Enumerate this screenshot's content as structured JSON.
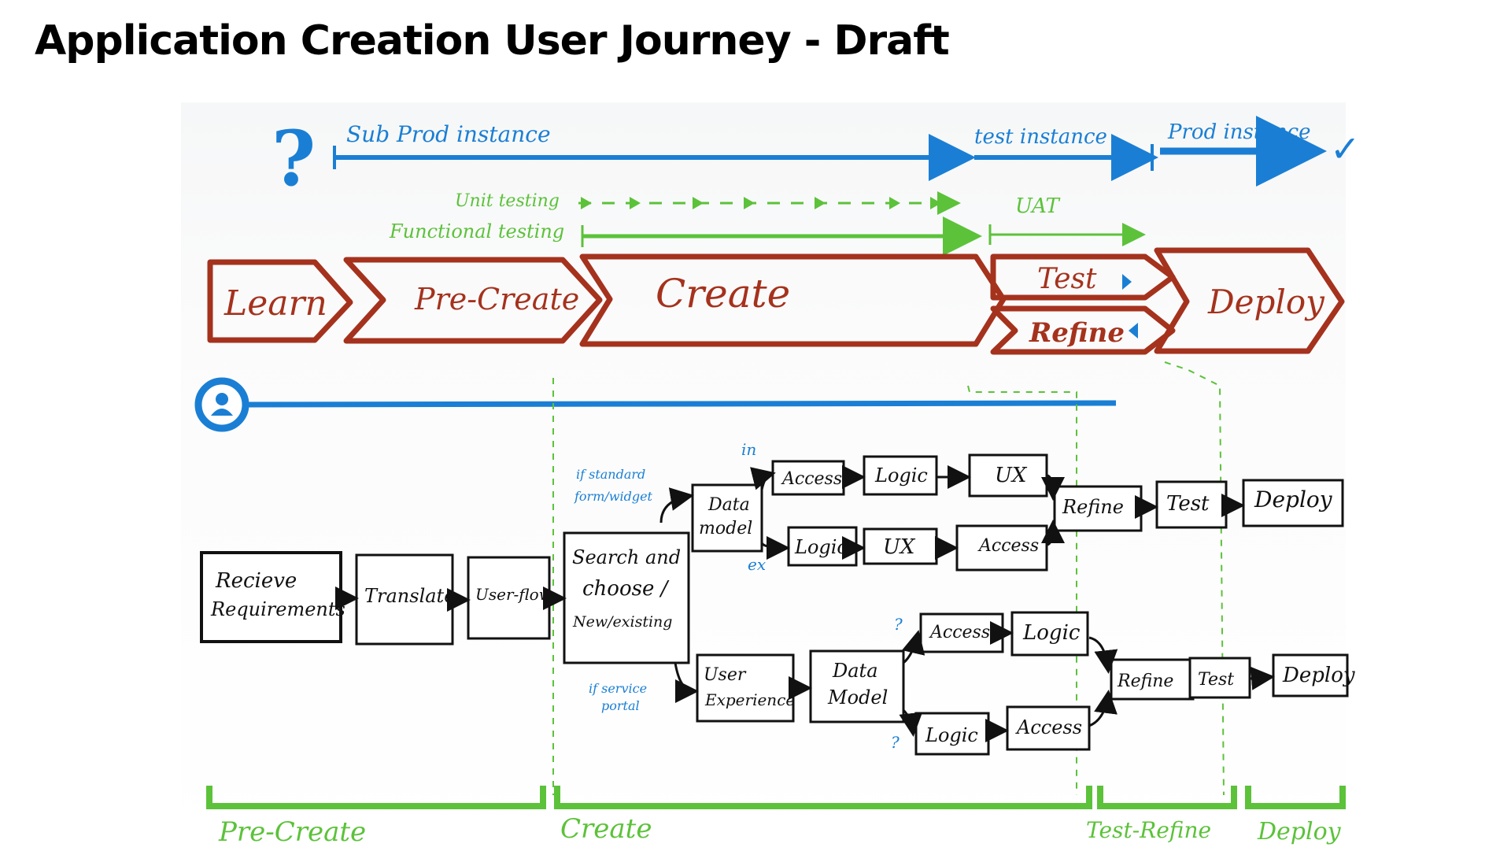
{
  "page": {
    "title": "Application Creation User Journey - Draft"
  },
  "colors": {
    "blue": "#1a7fd4",
    "green": "#5cc23a",
    "red": "#a5321d",
    "ink": "#111111",
    "light_blue": "#1a7fd4"
  },
  "icons": {
    "question": "question-mark-icon",
    "person": "person-circle-icon",
    "check": "checkmark-icon"
  },
  "environments": {
    "question_glyph": "?",
    "sub_prod": "Sub Prod instance",
    "test": "test instance",
    "prod": "Prod instance",
    "check_glyph": "✓"
  },
  "testing": {
    "unit": "Unit testing",
    "functional": "Functional testing",
    "uat": "UAT"
  },
  "phases": {
    "learn": "Learn",
    "precreate": "Pre-Create",
    "create": "Create",
    "test": "Test",
    "refine": "Refine",
    "deploy": "Deploy"
  },
  "flow": {
    "receive": [
      "Recieve",
      "Requirements"
    ],
    "translate": "Translate",
    "userflow": "User-flow",
    "search": [
      "Search and",
      "choose /",
      "New/existing"
    ],
    "note_standard": [
      "if standard",
      "form/widget"
    ],
    "note_service": [
      "if service",
      "portal"
    ],
    "in_label": "in",
    "ex_label": "ex",
    "q_label": "?",
    "top": {
      "data_model": [
        "Data",
        "model"
      ],
      "r1": [
        "Access",
        "Logic",
        "UX"
      ],
      "r2": [
        "Logic",
        "UX",
        "Access"
      ],
      "refine": "Refine",
      "test": "Test",
      "deploy": "Deploy"
    },
    "bottom": {
      "user_experience": [
        "User",
        "Experience"
      ],
      "data_model": [
        "Data",
        "Model"
      ],
      "r1": [
        "Access",
        "Logic"
      ],
      "r2": [
        "Logic",
        "Access"
      ],
      "refine": "Refine",
      "test": "Test",
      "deploy": "Deploy"
    }
  },
  "phase_brackets": {
    "precreate": "Pre-Create",
    "create": "Create",
    "test_refine": "Test-Refine",
    "deploy": "Deploy"
  }
}
